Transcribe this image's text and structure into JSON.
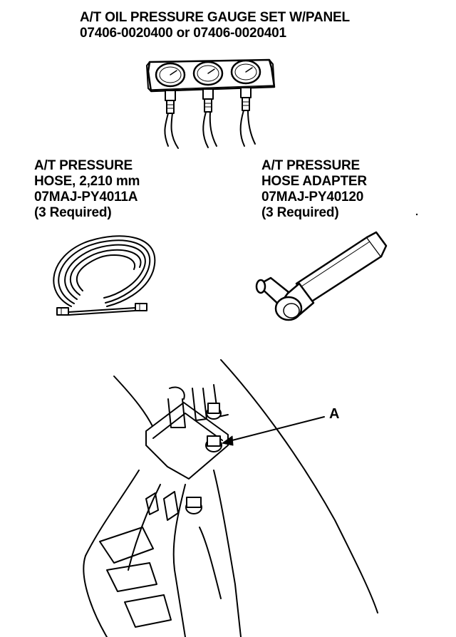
{
  "title": {
    "line1": "A/T OIL PRESSURE GAUGE SET W/PANEL",
    "line2": "07406-0020400 or 07406-0020401"
  },
  "hose": {
    "line1": "A/T PRESSURE",
    "line2": "HOSE, 2,210 mm",
    "line3": "07MAJ-PY4011A",
    "line4": "(3 Required)"
  },
  "adapter": {
    "line1": "A/T PRESSURE",
    "line2": "HOSE ADAPTER",
    "line3": "07MAJ-PY40120",
    "line4": "(3 Required)"
  },
  "callout": {
    "label": "A"
  }
}
